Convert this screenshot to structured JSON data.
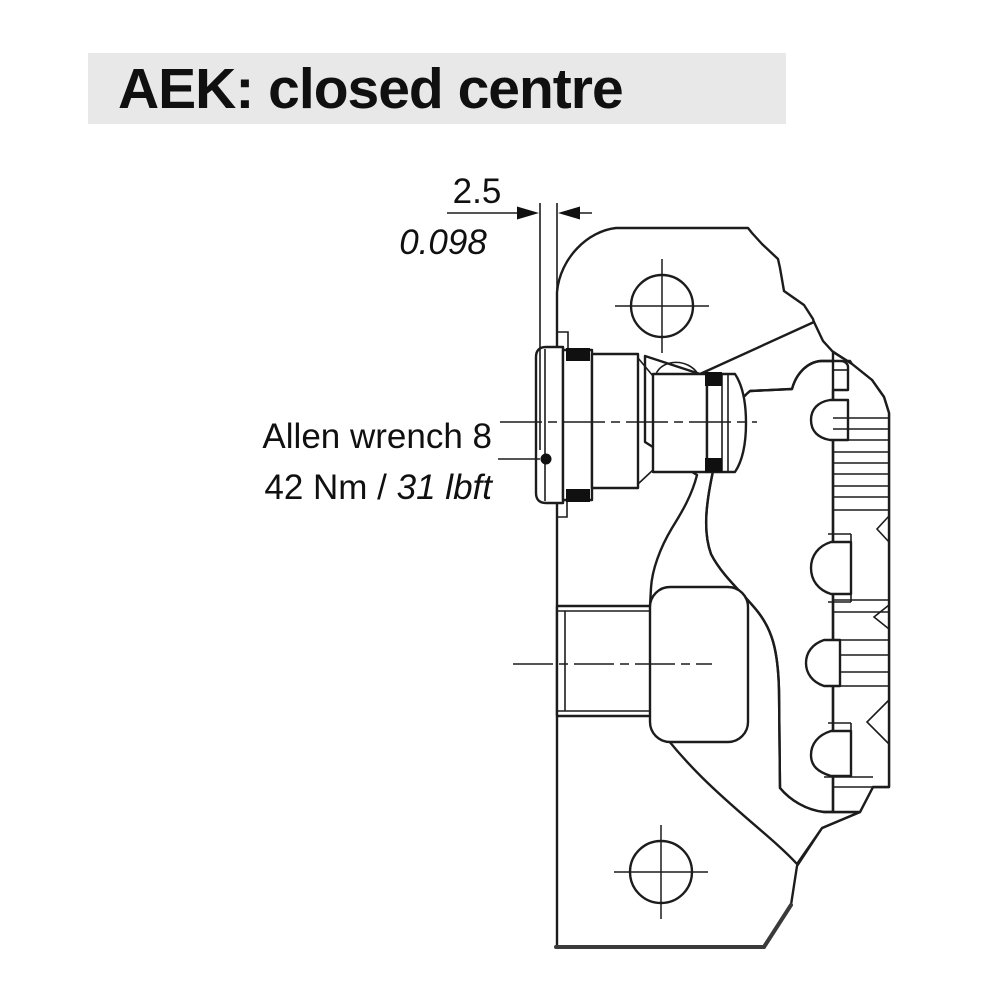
{
  "title": {
    "text": "AEK: closed centre"
  },
  "dimension": {
    "value_mm": "2.5",
    "value_inch": "0.098"
  },
  "labels": {
    "wrench": "Allen wrench 8",
    "torque_metric": "42 Nm / ",
    "torque_imperial": "31 lbft"
  },
  "colors": {
    "body_fill": "#d2d2d2",
    "title_bg": "#e8e8e8",
    "line": "#1c1c1c",
    "background": "#ffffff"
  }
}
